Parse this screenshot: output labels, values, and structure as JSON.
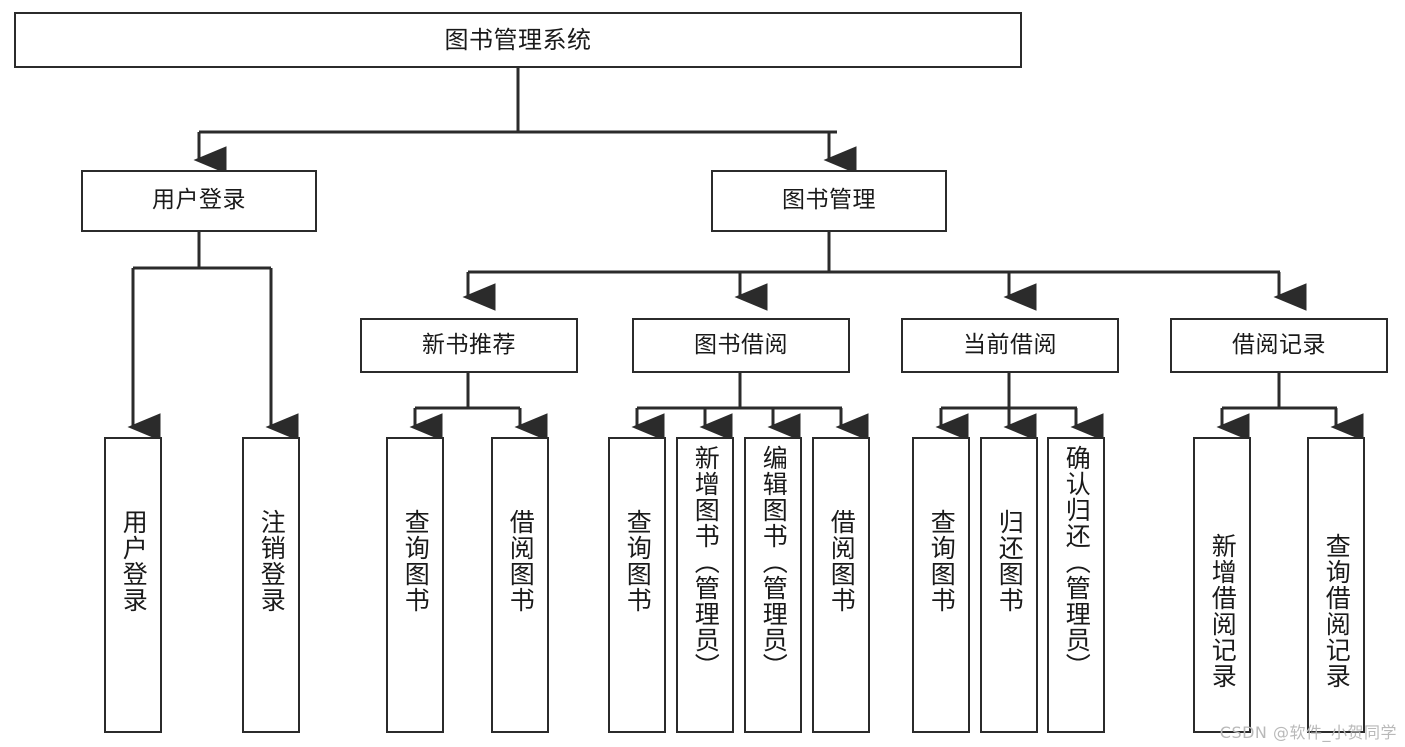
{
  "diagram": {
    "title": "图书管理系统",
    "type": "tree",
    "orientation": "top-down",
    "colors": {
      "stroke": "#2b2b2b",
      "fill": "#ffffff",
      "text": "#1a1a1a",
      "watermark": "#b9b9b9"
    },
    "watermark": "CSDN @软件_小贺同学"
  },
  "nodes": {
    "root": {
      "label": "图书管理系统"
    },
    "level2": [
      {
        "id": "user-login",
        "label": "用户登录"
      },
      {
        "id": "book-manage",
        "label": "图书管理"
      }
    ],
    "level3": [
      {
        "id": "new-book-rec",
        "label": "新书推荐"
      },
      {
        "id": "book-borrow",
        "label": "图书借阅"
      },
      {
        "id": "current-borrow",
        "label": "当前借阅"
      },
      {
        "id": "borrow-record",
        "label": "借阅记录"
      }
    ],
    "leaves": {
      "user_login": [
        {
          "id": "leaf-user-login",
          "label": "用户登录"
        },
        {
          "id": "leaf-logout-login",
          "label": "注销登录"
        }
      ],
      "new_book_rec": [
        {
          "id": "leaf-query-book-1",
          "label": "查询图书"
        },
        {
          "id": "leaf-borrow-book-1",
          "label": "借阅图书"
        }
      ],
      "book_borrow": [
        {
          "id": "leaf-query-book-2",
          "label": "查询图书"
        },
        {
          "id": "leaf-add-book",
          "label": "新增图书（管理员）"
        },
        {
          "id": "leaf-edit-book",
          "label": "编辑图书（管理员）"
        },
        {
          "id": "leaf-borrow-book-2",
          "label": "借阅图书"
        }
      ],
      "current_borrow": [
        {
          "id": "leaf-query-book-3",
          "label": "查询图书"
        },
        {
          "id": "leaf-return-book",
          "label": "归还图书"
        },
        {
          "id": "leaf-confirm-return",
          "label": "确认归还（管理员）"
        }
      ],
      "borrow_record": [
        {
          "id": "leaf-add-record",
          "label": "新增借阅记录"
        },
        {
          "id": "leaf-query-record",
          "label": "查询借阅记录"
        }
      ]
    }
  }
}
